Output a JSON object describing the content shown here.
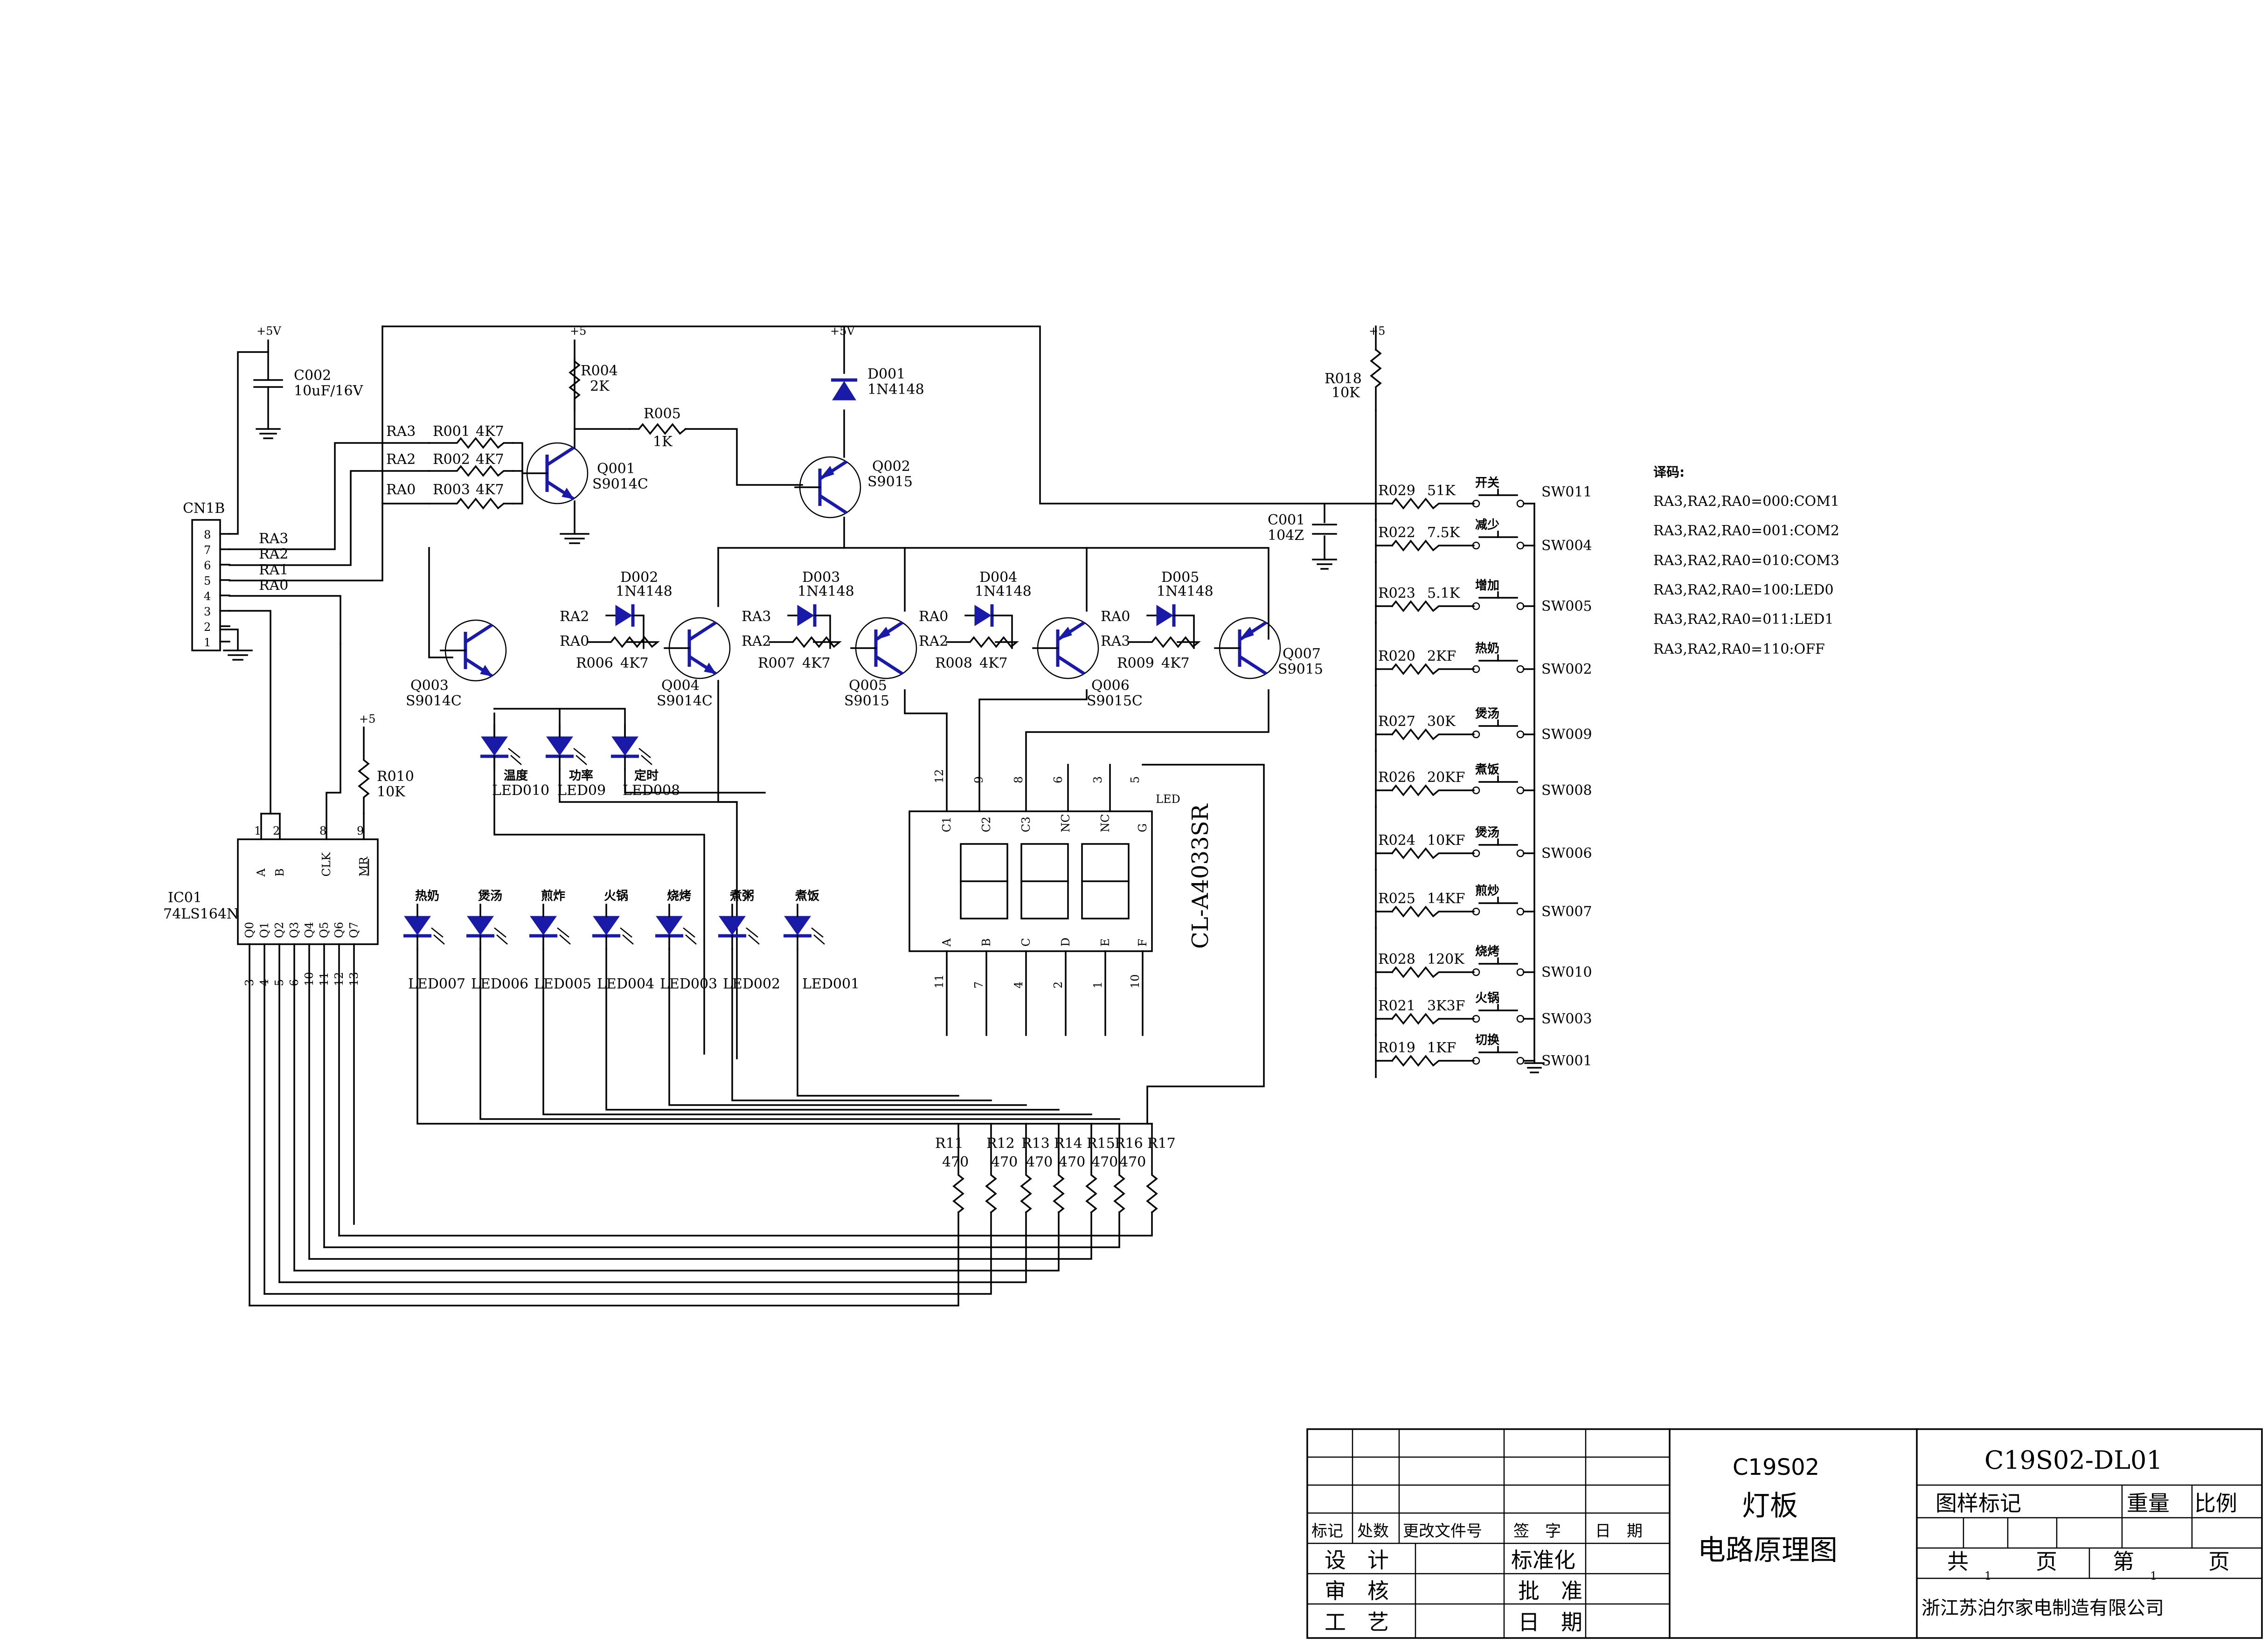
{
  "connector": {
    "ref": "CN1B",
    "pins": [
      "8",
      "7",
      "6",
      "5",
      "4",
      "3",
      "2",
      "1"
    ],
    "signals": [
      "RA3",
      "RA2",
      "RA1",
      "RA0"
    ]
  },
  "power": {
    "p5v": "+5V",
    "p5": "+5"
  },
  "c002": {
    "ref": "C002",
    "value": "10uF/16V"
  },
  "c001": {
    "ref": "C001",
    "value": "104Z"
  },
  "resistors_in": [
    {
      "net": "RA3",
      "ref": "R001",
      "value": "4K7"
    },
    {
      "net": "RA2",
      "ref": "R002",
      "value": "4K7"
    },
    {
      "net": "RA0",
      "ref": "R003",
      "value": "4K7"
    }
  ],
  "r004": {
    "ref": "R004",
    "value": "2K"
  },
  "r005": {
    "ref": "R005",
    "value": "1K"
  },
  "r010": {
    "ref": "R010",
    "value": "10K"
  },
  "r018": {
    "ref": "R018",
    "value": "10K"
  },
  "d001": {
    "ref": "D001",
    "value": "1N4148"
  },
  "transistors": [
    {
      "ref": "Q001",
      "type": "S9014C"
    },
    {
      "ref": "Q002",
      "type": "S9015"
    },
    {
      "ref": "Q003",
      "type": "S9014C"
    },
    {
      "ref": "Q004",
      "type": "S9014C"
    },
    {
      "ref": "Q005",
      "type": "S9015"
    },
    {
      "ref": "Q006",
      "type": "S9015C"
    },
    {
      "ref": "Q007",
      "type": "S9015"
    }
  ],
  "decode_diodes": [
    {
      "ref": "D002",
      "value": "1N4148",
      "anode": "RA2",
      "rnet": "RA0",
      "res": "R006",
      "rval": "4K7"
    },
    {
      "ref": "D003",
      "value": "1N4148",
      "anode": "RA3",
      "rnet": "RA2",
      "res": "R007",
      "rval": "4K7"
    },
    {
      "ref": "D004",
      "value": "1N4148",
      "anode": "RA0",
      "rnet": "RA2",
      "res": "R008",
      "rval": "4K7"
    },
    {
      "ref": "D005",
      "value": "1N4148",
      "anode": "RA0",
      "rnet": "RA3",
      "res": "R009",
      "rval": "4K7"
    }
  ],
  "top_leds": [
    {
      "label": "温度",
      "ref": "LED010"
    },
    {
      "label": "功率",
      "ref": "LED09"
    },
    {
      "label": "定时",
      "ref": "LED008"
    }
  ],
  "bottom_leds": [
    {
      "label": "热奶",
      "ref": "LED007"
    },
    {
      "label": "煲汤",
      "ref": "LED006"
    },
    {
      "label": "煎炸",
      "ref": "LED005"
    },
    {
      "label": "火锅",
      "ref": "LED004"
    },
    {
      "label": "烧烤",
      "ref": "LED003"
    },
    {
      "label": "煮粥",
      "ref": "LED002"
    },
    {
      "label": "煮饭",
      "ref": "LED001"
    }
  ],
  "ic01": {
    "ref": "IC01",
    "part": "74LS164N",
    "top_pin_nums": [
      "1",
      "2",
      "8",
      "9"
    ],
    "top_pin_names": [
      "A",
      "B",
      "CLK",
      "MR"
    ],
    "bottom_pin_names": [
      "Q0",
      "Q1",
      "Q2",
      "Q3",
      "Q4",
      "Q5",
      "Q6",
      "Q7"
    ],
    "bottom_pin_nums": [
      "3",
      "4",
      "5",
      "6",
      "10",
      "11",
      "12",
      "13"
    ]
  },
  "display": {
    "part": "CL-A4033SR",
    "tag": "LED",
    "top_pins": [
      "C1",
      "C2",
      "C3",
      "NC",
      "NC",
      "G"
    ],
    "top_nums": [
      "12",
      "9",
      "8",
      "6",
      "3",
      "5"
    ],
    "bottom_pins": [
      "A",
      "B",
      "C",
      "D",
      "E",
      "F"
    ],
    "bottom_nums": [
      "11",
      "7",
      "4",
      "2",
      "1",
      "10"
    ]
  },
  "seg_resistors": [
    {
      "ref": "R11",
      "value": "470"
    },
    {
      "ref": "R12",
      "value": "470"
    },
    {
      "ref": "R13",
      "value": "470"
    },
    {
      "ref": "R14",
      "value": "470"
    },
    {
      "ref": "R15",
      "value": "470"
    },
    {
      "ref": "R16",
      "value": "470"
    },
    {
      "ref": "R17",
      "value": ""
    }
  ],
  "keys": [
    {
      "ref": "R029",
      "value": "51K",
      "label": "开关",
      "sw": "SW011"
    },
    {
      "ref": "R022",
      "value": "7.5K",
      "label": "减少",
      "sw": "SW004"
    },
    {
      "ref": "R023",
      "value": "5.1K",
      "label": "增加",
      "sw": "SW005"
    },
    {
      "ref": "R020",
      "value": "2KF",
      "label": "热奶",
      "sw": "SW002"
    },
    {
      "ref": "R027",
      "value": "30K",
      "label": "煲汤",
      "sw": "SW009"
    },
    {
      "ref": "R026",
      "value": "20KF",
      "label": "煮饭",
      "sw": "SW008"
    },
    {
      "ref": "R024",
      "value": "10KF",
      "label": "煲汤",
      "sw": "SW006"
    },
    {
      "ref": "R025",
      "value": "14KF",
      "label": "煎炒",
      "sw": "SW007"
    },
    {
      "ref": "R028",
      "value": "120K",
      "label": "烧烤",
      "sw": "SW010"
    },
    {
      "ref": "R021",
      "value": "3K3F",
      "label": "火锅",
      "sw": "SW003"
    },
    {
      "ref": "R019",
      "value": "1KF",
      "label": "切换",
      "sw": "SW001"
    }
  ],
  "notes": {
    "title": "译码:",
    "lines": [
      "RA3,RA2,RA0=000:COM1",
      "RA3,RA2,RA0=001:COM2",
      "RA3,RA2,RA0=010:COM3",
      "RA3,RA2,RA0=100:LED0",
      "RA3,RA2,RA0=011:LED1",
      "RA3,RA2,RA0=110:OFF"
    ]
  },
  "title_block": {
    "col_headers": [
      "标记",
      "处数",
      "更改文件号",
      "签　字",
      "日　期"
    ],
    "rows_left": [
      [
        "设　计",
        "标准化"
      ],
      [
        "审　核",
        "批　准"
      ],
      [
        "工　艺",
        "日　期"
      ]
    ],
    "model": "C19S02",
    "name1": "灯板",
    "name2": "电路原理图",
    "drawing_no": "C19S02-DL01",
    "label_mark": "图样标记",
    "label_weight": "重量",
    "label_scale": "比例",
    "total_label": "共",
    "total": "1",
    "page_unit": "页",
    "index_label": "第",
    "index": "1",
    "company": "浙江苏泊尔家电制造有限公司"
  }
}
